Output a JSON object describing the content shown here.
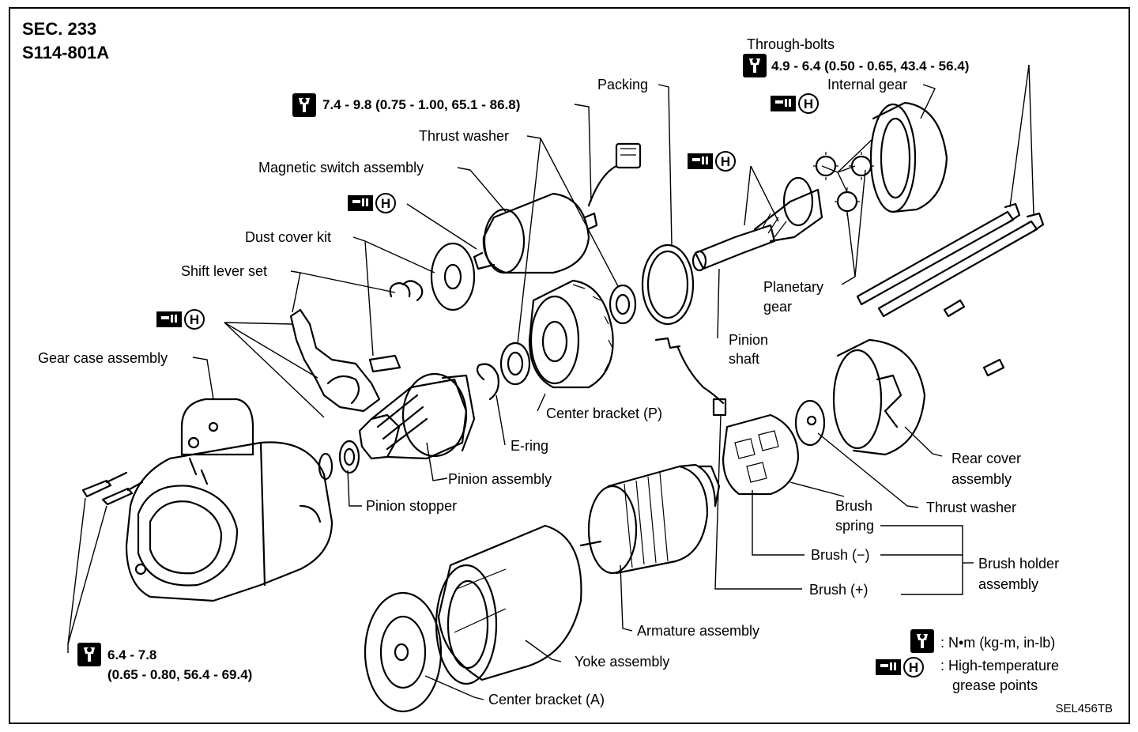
{
  "header": {
    "sec": "SEC. 233",
    "model": "S114-801A"
  },
  "torque": {
    "through_bolts_title": "Through-bolts",
    "through_bolts": "4.9 - 6.4 (0.50 - 0.65, 43.4 - 56.4)",
    "magnetic_switch": "7.4 - 9.8 (0.75 - 1.00, 65.1 - 86.8)",
    "gear_case_line1": "6.4 - 7.8",
    "gear_case_line2": "(0.65 - 0.80, 56.4 - 69.4)"
  },
  "grease_letter": "H",
  "labels": {
    "packing": "Packing",
    "internal_gear": "Internal gear",
    "thrust_washer_top": "Thrust washer",
    "magnetic_switch_assembly": "Magnetic switch assembly",
    "dust_cover_kit": "Dust cover kit",
    "shift_lever_set": "Shift lever set",
    "gear_case_assembly": "Gear case assembly",
    "planetary_gear_1": "Planetary",
    "planetary_gear_2": "gear",
    "pinion_shaft_1": "Pinion",
    "pinion_shaft_2": "shaft",
    "center_bracket_p": "Center bracket (P)",
    "e_ring": "E-ring",
    "pinion_assembly": "Pinion assembly",
    "pinion_stopper": "Pinion stopper",
    "rear_cover_1": "Rear cover",
    "rear_cover_2": "assembly",
    "brush_spring_1": "Brush",
    "brush_spring_2": "spring",
    "thrust_washer_right": "Thrust washer",
    "brush_minus": "Brush (−)",
    "brush_plus": "Brush (+)",
    "brush_holder_1": "Brush holder",
    "brush_holder_2": "assembly",
    "armature_assembly": "Armature assembly",
    "yoke_assembly": "Yoke assembly",
    "center_bracket_a": "Center bracket (A)"
  },
  "legend": {
    "torque_unit": ": N•m (kg-m, in-lb)",
    "grease_1": ": High-temperature",
    "grease_2": "grease points"
  },
  "figure_code": "SEL456TB",
  "icons": {
    "torque": "torque-wrench-icon",
    "grease": "grease-gun-icon"
  }
}
